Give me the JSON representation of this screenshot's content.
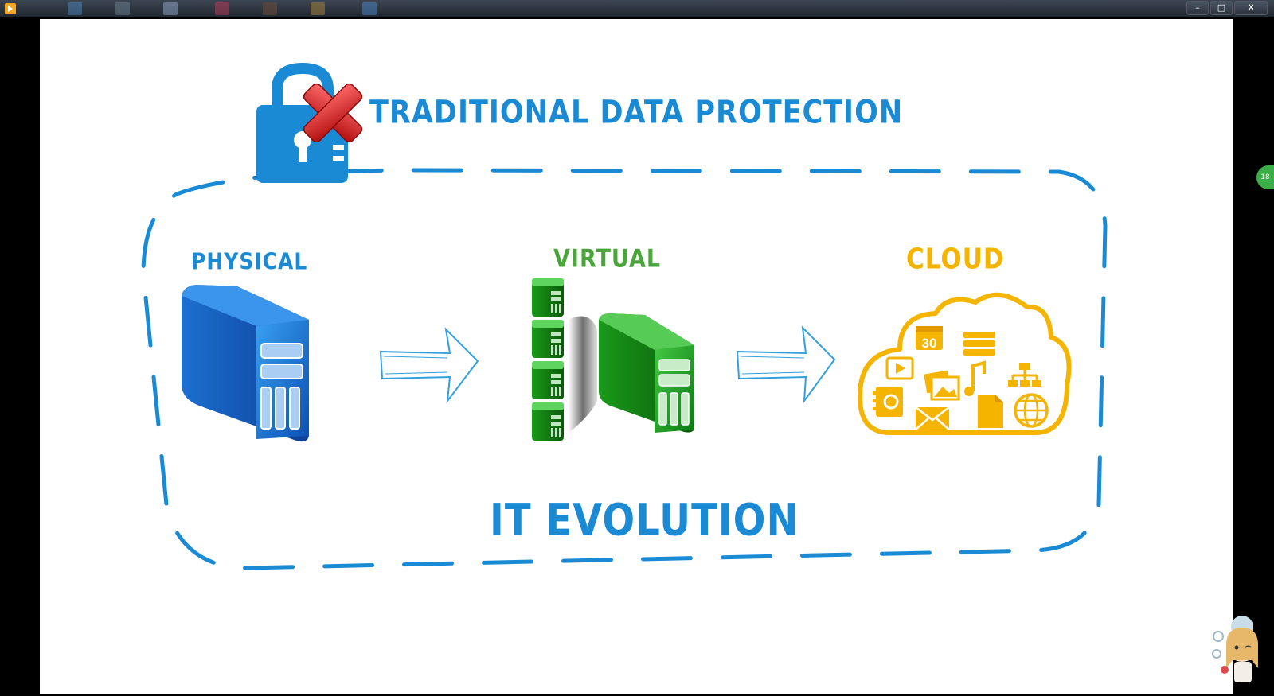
{
  "window": {
    "minimize_label": "–",
    "maximize_label": "□",
    "close_label": "X"
  },
  "slide": {
    "title": "TRADITIONAL DATA PROTECTION",
    "stages": {
      "physical": "PHYSICAL",
      "virtual": "VIRTUAL",
      "cloud": "CLOUD"
    },
    "caption": "IT EVOLUTION",
    "calendar_day": "30"
  },
  "side_badge": "18",
  "colors": {
    "blue": "#1a8ad4",
    "green": "#4aa63a",
    "yellow": "#f5b400",
    "red": "#d81e1e"
  },
  "icons": [
    "padlock-icon",
    "red-x-icon",
    "physical-server-icon",
    "arrow-right-icon",
    "virtual-server-icon",
    "cloud-icon",
    "calendar-icon",
    "database-icon",
    "video-icon",
    "music-icon",
    "network-icon",
    "address-book-icon",
    "image-icon",
    "mail-icon",
    "document-icon",
    "globe-icon"
  ]
}
